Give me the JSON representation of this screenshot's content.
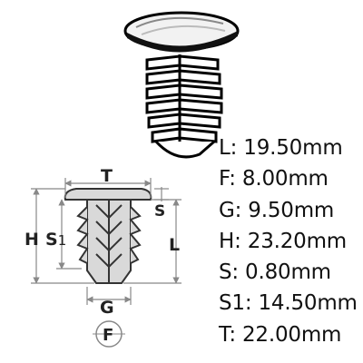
{
  "specs": [
    {
      "label": "L: 19.50mm"
    },
    {
      "label": "F: 8.00mm"
    },
    {
      "label": "G: 9.50mm"
    },
    {
      "label": "H: 23.20mm"
    },
    {
      "label": "S: 0.80mm"
    },
    {
      "label": "S1: 14.50mm"
    },
    {
      "label": "T: 22.00mm"
    }
  ],
  "drawing": {
    "label_t": "T",
    "label_h": "H",
    "label_s1": "S",
    "label_s1_sub": "1",
    "label_s": "S",
    "label_l": "L",
    "label_g": "G",
    "label_f": "F"
  },
  "colors": {
    "part_fill": "#d9d9d9",
    "outline": "#333333",
    "arrow": "#888888"
  }
}
